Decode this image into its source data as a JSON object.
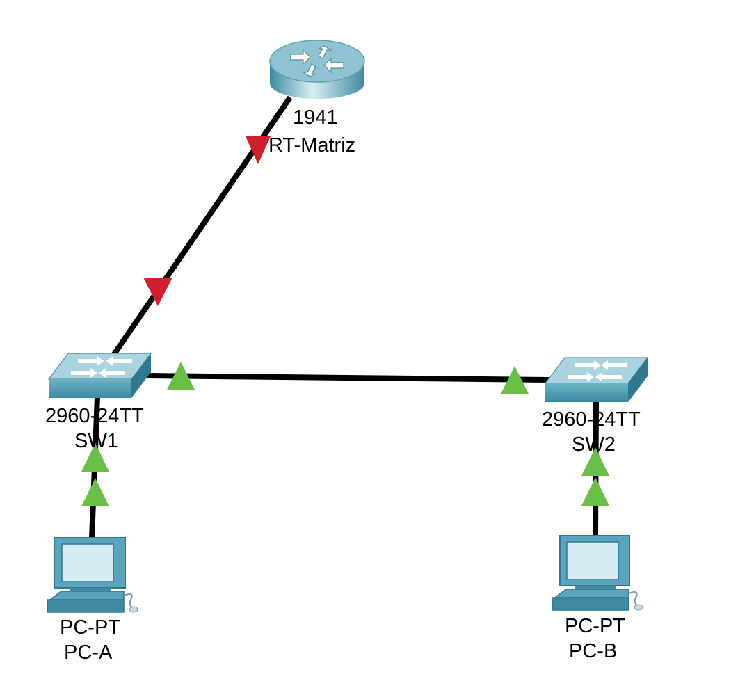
{
  "colors": {
    "link": "#000000",
    "status_down": "#d0202e",
    "status_up": "#6abf4b",
    "device_blue": "#5aa5bd",
    "device_dark": "#2f7890",
    "device_light": "#b4dbe6"
  },
  "devices": {
    "router": {
      "model": "1941",
      "name": "RT-Matriz",
      "icon": "router-icon"
    },
    "sw1": {
      "model": "2960-24TT",
      "name": "SW1",
      "icon": "switch-icon"
    },
    "sw2": {
      "model": "2960-24TT",
      "name": "SW2",
      "icon": "switch-icon"
    },
    "pca": {
      "model": "PC-PT",
      "name": "PC-A",
      "icon": "pc-icon"
    },
    "pcb": {
      "model": "PC-PT",
      "name": "PC-B",
      "icon": "pc-icon"
    }
  },
  "links": [
    {
      "from": "router",
      "to": "sw1",
      "status": "down"
    },
    {
      "from": "sw1",
      "to": "sw2",
      "status": "up"
    },
    {
      "from": "sw1",
      "to": "pca",
      "status": "up"
    },
    {
      "from": "sw2",
      "to": "pcb",
      "status": "up"
    }
  ]
}
